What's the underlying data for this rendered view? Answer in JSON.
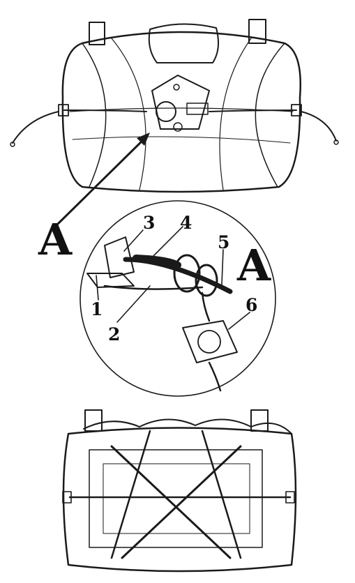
{
  "figure": {
    "callout_letter": "A",
    "inset_letter": "A",
    "part_labels": [
      "1",
      "2",
      "3",
      "4",
      "5",
      "6"
    ]
  },
  "colors": {
    "ink": "#1a1a1a",
    "paper": "#ffffff"
  }
}
